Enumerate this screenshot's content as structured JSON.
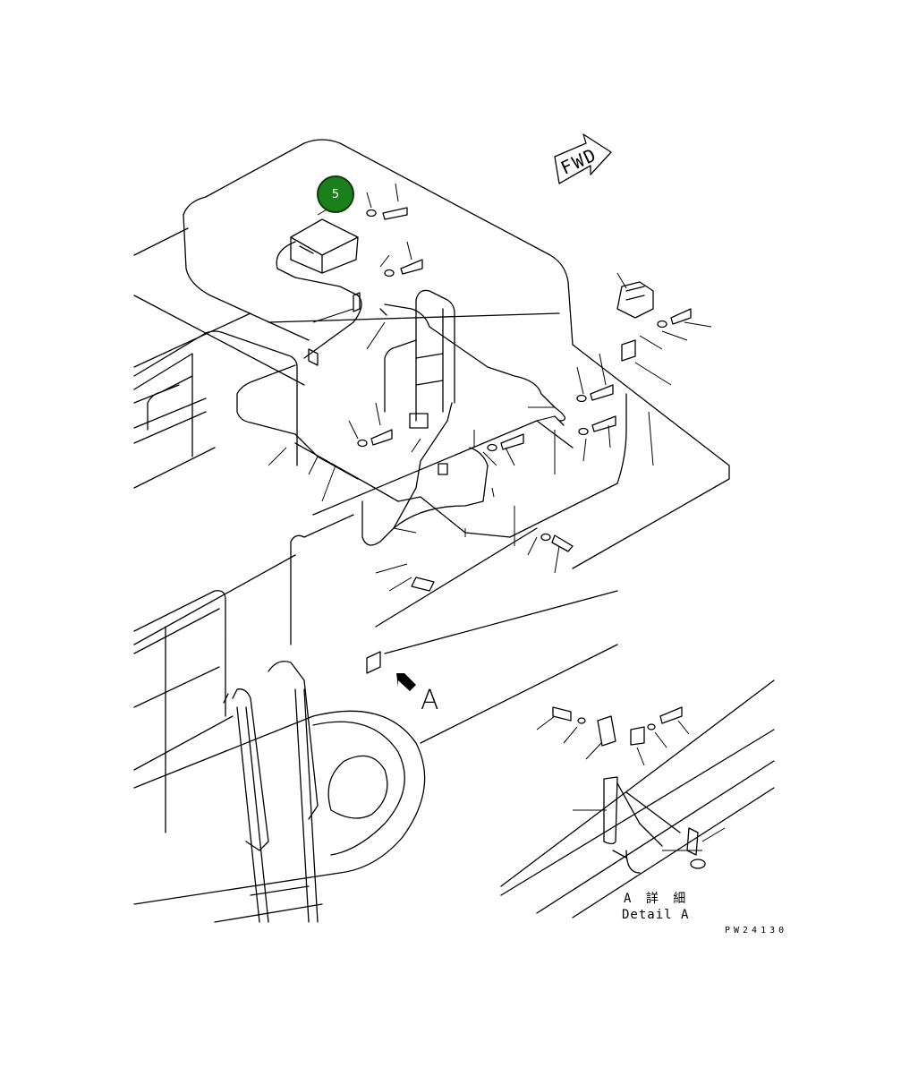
{
  "figure": {
    "fwd_label": "FWD",
    "view_letter": "A",
    "detail_title_jp": "A 詳 細",
    "detail_title_en": "Detail A",
    "figure_code": "PW24130"
  },
  "callouts": [
    {
      "number": "5",
      "color": "#1b7f1b"
    }
  ],
  "icons": [
    "fwd-arrow-icon",
    "view-arrow-icon"
  ]
}
